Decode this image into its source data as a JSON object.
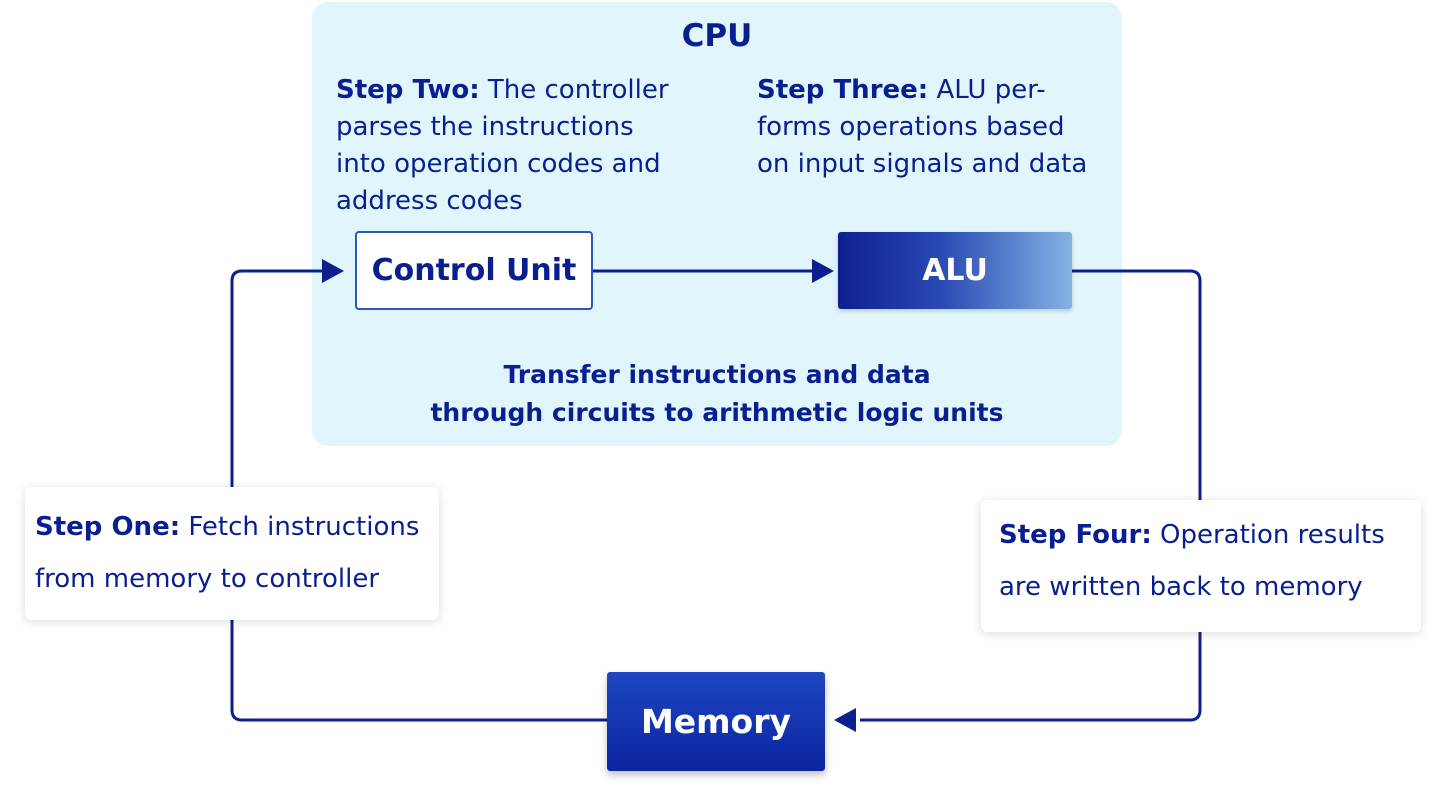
{
  "cpu": {
    "title": "CPU"
  },
  "steps": {
    "one": {
      "label": "Step One:",
      "text_line1": "Fetch instructions",
      "text_line2": "from memory to controller"
    },
    "two": {
      "label": "Step Two:",
      "text_line1": "The controller",
      "text_line2": "parses the instructions",
      "text_line3": "into operation codes and",
      "text_line4": "address codes"
    },
    "three": {
      "label": "Step Three:",
      "text_line1": "ALU per-",
      "text_line2": "forms operations based",
      "text_line3": "on input signals and data"
    },
    "four": {
      "label": "Step Four:",
      "text_line1": "Operation results",
      "text_line2": "are written back to memory"
    }
  },
  "nodes": {
    "control_unit": "Control Unit",
    "alu": "ALU",
    "memory": "Memory"
  },
  "transfer": {
    "line1": "Transfer instructions and data",
    "line2": "through circuits to arithmetic logic units"
  },
  "colors": {
    "primary": "#0a1f8f",
    "cpu_panel": "#e0f5fc",
    "connector": "#0d1f8f",
    "control_border": "#2a56c6"
  }
}
